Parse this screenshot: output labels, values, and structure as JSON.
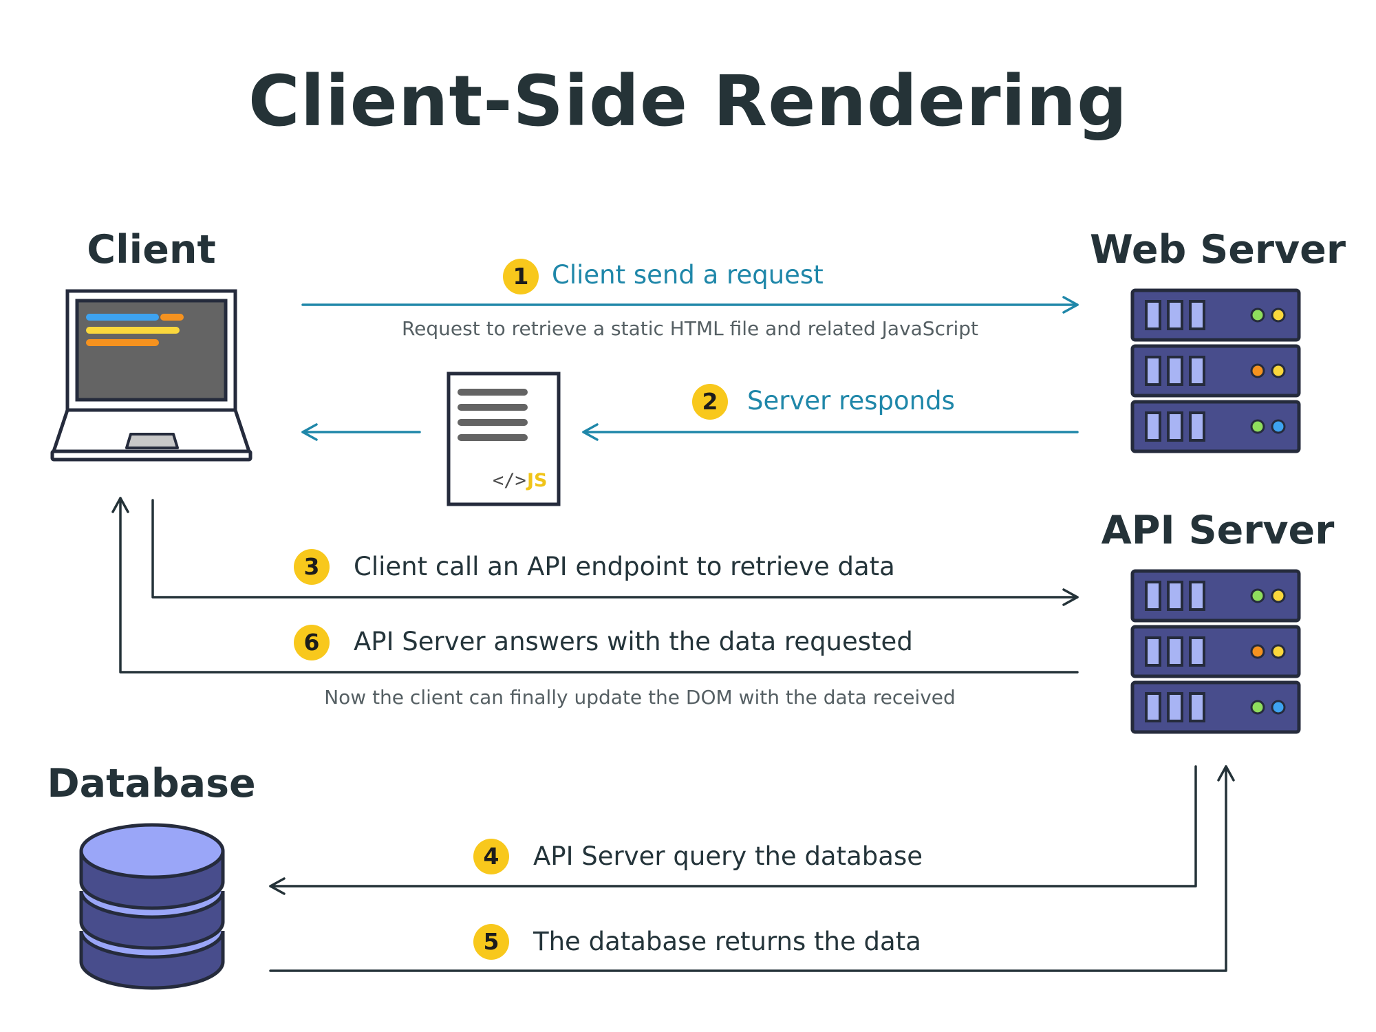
{
  "title": "Client-Side Rendering",
  "nodes": {
    "client": "Client",
    "web_server": "Web Server",
    "api_server": "API Server",
    "database": "Database"
  },
  "steps": [
    {
      "number": "1",
      "label": "Client send a request",
      "note": "Request to retrieve a static HTML file and related JavaScript"
    },
    {
      "number": "2",
      "label": "Server responds"
    },
    {
      "number": "3",
      "label": "Client call an API endpoint to retrieve data"
    },
    {
      "number": "4",
      "label": "API Server query the database"
    },
    {
      "number": "5",
      "label": "The database returns the data"
    },
    {
      "number": "6",
      "label": "API Server answers with the data requested",
      "note": "Now the client can finally update the DOM with the data received"
    }
  ],
  "document_badge": {
    "tag": "</>",
    "lang": "JS"
  },
  "colors": {
    "request_arrow": "#1f87a9",
    "flow_arrow": "#243238",
    "badge": "#f8c81c",
    "server_body": "#484d8c",
    "database_body": "#484d8c",
    "database_top": "#9aa6f8",
    "js_text": "#f0c419"
  },
  "icons": {
    "client": "laptop-icon",
    "web_server": "server-rack-icon",
    "api_server": "server-rack-icon",
    "database": "database-cylinder-icon",
    "response": "html-js-file-icon"
  }
}
